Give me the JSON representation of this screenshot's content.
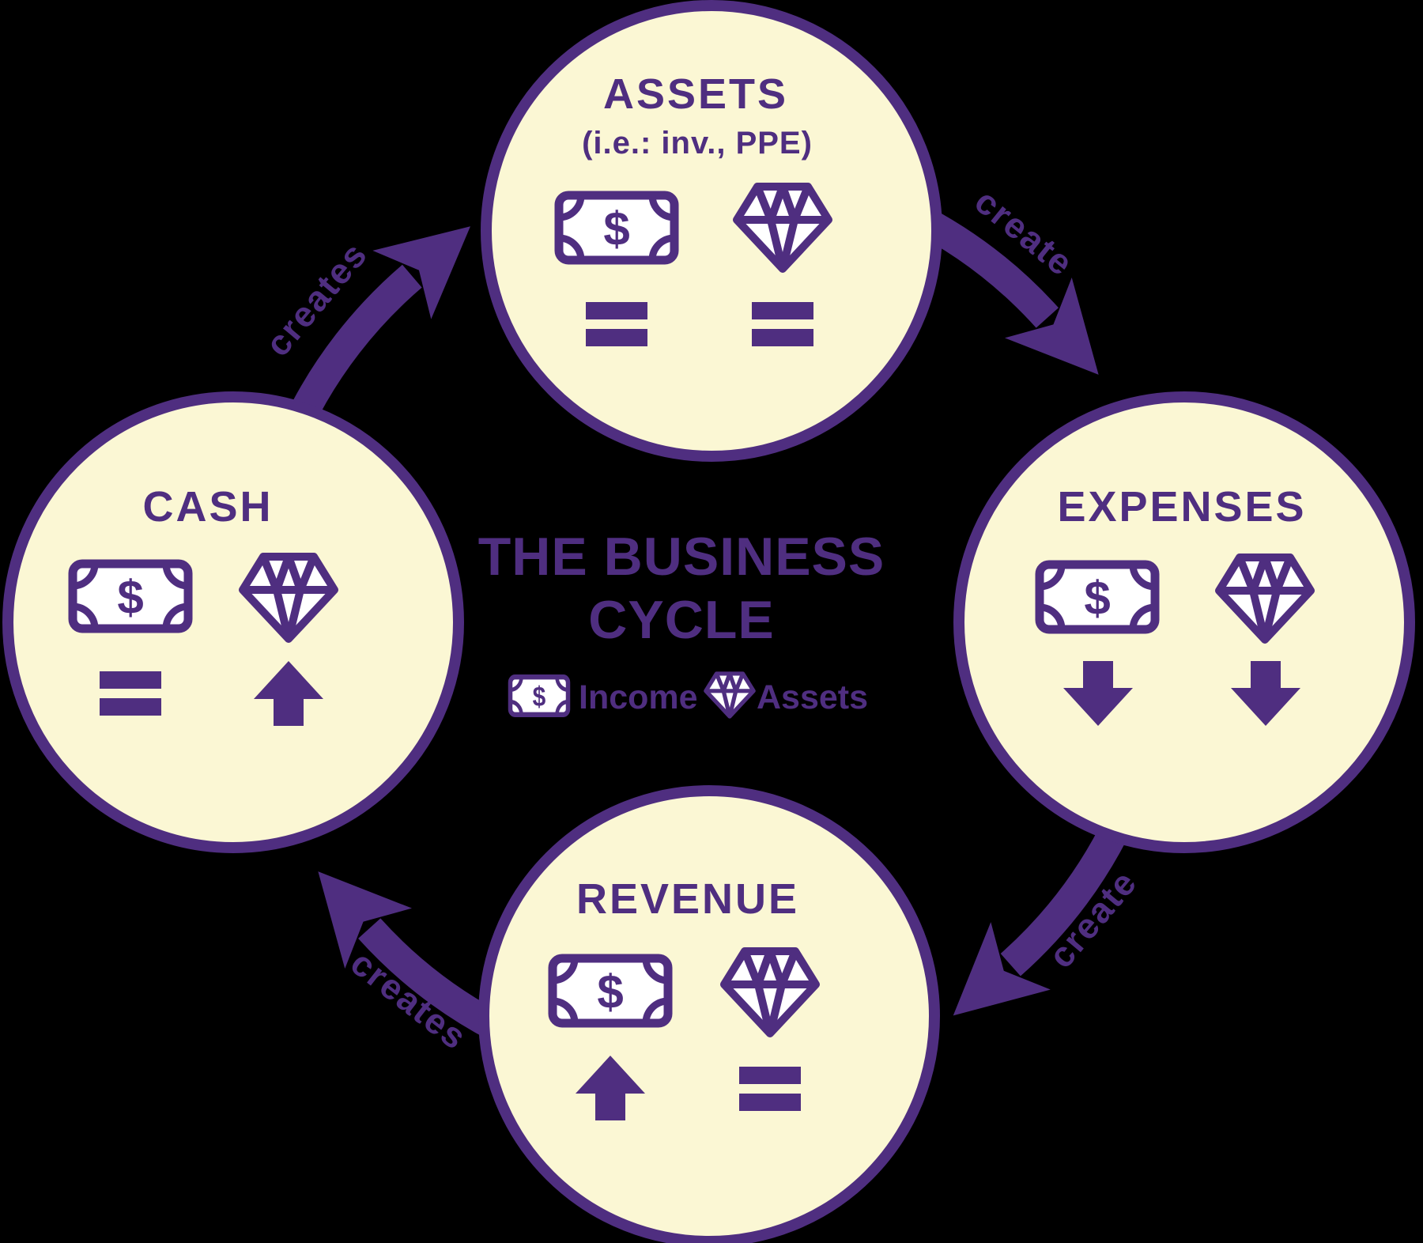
{
  "diagram": {
    "title": {
      "line1": "THE BUSINESS",
      "line2": "CYCLE"
    },
    "legend": {
      "income_icon": "money-bill-icon",
      "income_label": "Income",
      "assets_icon": "diamond-icon",
      "assets_label": "Assets"
    },
    "colors": {
      "background": "#000000",
      "purple": "#4F2E80",
      "circle_fill": "#FBF7D4",
      "icon_fill": "#FFFFFF"
    },
    "icons": {
      "dollar_symbol": "$"
    },
    "nodes": [
      {
        "id": "assets",
        "title": "ASSETS",
        "subtitle": "(i.e.: inv., PPE)",
        "money_indicator": "equal",
        "asset_indicator": "equal"
      },
      {
        "id": "expenses",
        "title": "EXPENSES",
        "money_indicator": "down",
        "asset_indicator": "down"
      },
      {
        "id": "revenue",
        "title": "REVENUE",
        "money_indicator": "up",
        "asset_indicator": "equal"
      },
      {
        "id": "cash",
        "title": "CASH",
        "money_indicator": "equal",
        "asset_indicator": "up"
      }
    ],
    "arrows": [
      {
        "from": "cash",
        "to": "assets",
        "label": "creates"
      },
      {
        "from": "assets",
        "to": "expenses",
        "label": "create"
      },
      {
        "from": "expenses",
        "to": "revenue",
        "label": "create"
      },
      {
        "from": "revenue",
        "to": "cash",
        "label": "creates"
      }
    ]
  }
}
